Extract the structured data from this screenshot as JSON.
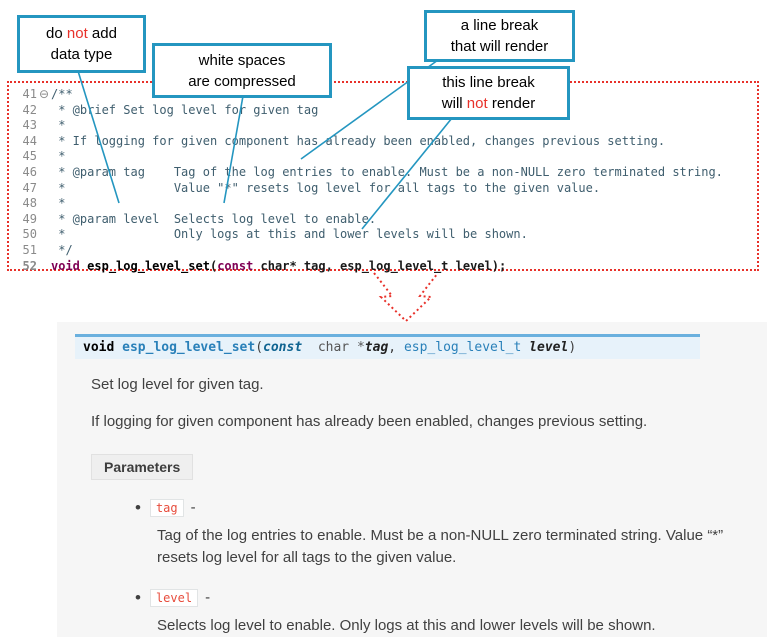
{
  "colors": {
    "callout_border": "#2496c0",
    "leader_color": "#2496c0",
    "code_border": "#e8312a",
    "arrow_color": "#e8312a",
    "not_red": "#e8312a",
    "comment_color": "#3f5e6e",
    "keyword_color": "#7f0055",
    "sig_bg": "#e7f2fa",
    "sig_border": "#6ab0de",
    "name_blue": "#2980b9",
    "literal_red": "#e74c3c",
    "panel_bg": "#f6f6f6"
  },
  "callouts": {
    "no_datatype": {
      "l1a": "do ",
      "l1b": "not",
      "l1c": " add",
      "l2": "data type"
    },
    "whitespace": {
      "l1": "white spaces",
      "l2": "are compressed"
    },
    "break_render": {
      "l1": "a line break",
      "l2": "that will render"
    },
    "break_no_render": {
      "l1": "this line break",
      "l2a": "will ",
      "l2b": "not",
      "l2c": " render"
    }
  },
  "code": {
    "lines": [
      {
        "num": "41",
        "fold": "⊖",
        "text": "/**"
      },
      {
        "num": "42",
        "fold": "",
        "text": " * @brief Set log level for given tag"
      },
      {
        "num": "43",
        "fold": "",
        "text": " *"
      },
      {
        "num": "44",
        "fold": "",
        "text": " * If logging for given component has already been enabled, changes previous setting."
      },
      {
        "num": "45",
        "fold": "",
        "text": " *"
      },
      {
        "num": "46",
        "fold": "",
        "text": " * @param tag    Tag of the log entries to enable. Must be a non-NULL zero terminated string."
      },
      {
        "num": "47",
        "fold": "",
        "text": " *               Value \"*\" resets log level for all tags to the given value."
      },
      {
        "num": "48",
        "fold": "",
        "text": " *"
      },
      {
        "num": "49",
        "fold": "",
        "text": " * @param level  Selects log level to enable."
      },
      {
        "num": "50",
        "fold": "",
        "text": " *               Only logs at this and lower levels will be shown."
      },
      {
        "num": "51",
        "fold": "",
        "text": " */"
      }
    ],
    "decl": {
      "num": "52",
      "fold": "",
      "kw1": "void",
      "sp": " ",
      "name": "esp_log_level_set",
      "p1": "(",
      "kw2": "const",
      "rest": " char* tag, esp_log_level_t level);"
    }
  },
  "doc": {
    "signature": {
      "ret": "void ",
      "name": "esp_log_level_set",
      "p1": "(",
      "kw_const": "const ",
      "type1": " char *",
      "arg1": "tag",
      "comma": ", ",
      "type2": "esp_log_level_t ",
      "arg2": "level",
      "p2": ")"
    },
    "brief": "Set log level for given tag.",
    "detail": "If logging for given component has already been enabled, changes previous setting.",
    "params_label": "Parameters",
    "params": [
      {
        "name": "tag",
        "dash": "-",
        "desc": "Tag of the log entries to enable. Must be a non-NULL zero terminated string. Value “*” resets log level for all tags to the given value."
      },
      {
        "name": "level",
        "dash": "-",
        "desc": "Selects log level to enable. Only logs at this and lower levels will be shown."
      }
    ]
  }
}
